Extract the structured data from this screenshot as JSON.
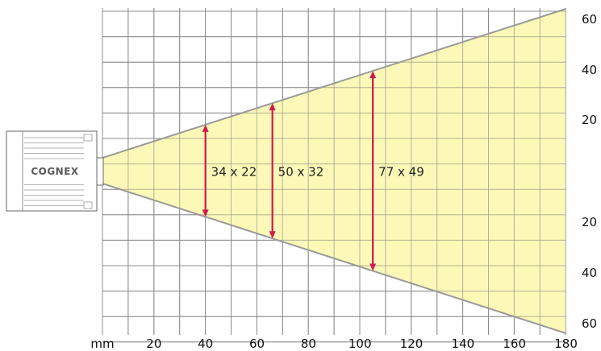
{
  "camera": {
    "brand": "COGNEX"
  },
  "fov": {
    "fill_color": "#fbf8a8",
    "edge_color": "#9a9a9a",
    "grid_color": "#8c8c8c",
    "arrow_color": "#d1184f",
    "measurements": [
      {
        "distance_mm": 40,
        "label": "34 x 22",
        "half_height_mm": 17
      },
      {
        "distance_mm": 66,
        "label": "50 x 32",
        "half_height_mm": 25
      },
      {
        "distance_mm": 105,
        "label": "77 x 49",
        "half_height_mm": 38.5
      }
    ]
  },
  "x_axis": {
    "unit": "mm",
    "ticks": [
      "20",
      "40",
      "60",
      "80",
      "100",
      "120",
      "140",
      "160",
      "180"
    ]
  },
  "y_axis": {
    "upper_ticks": [
      "60",
      "40",
      "20"
    ],
    "lower_ticks": [
      "20",
      "40",
      "60"
    ]
  }
}
